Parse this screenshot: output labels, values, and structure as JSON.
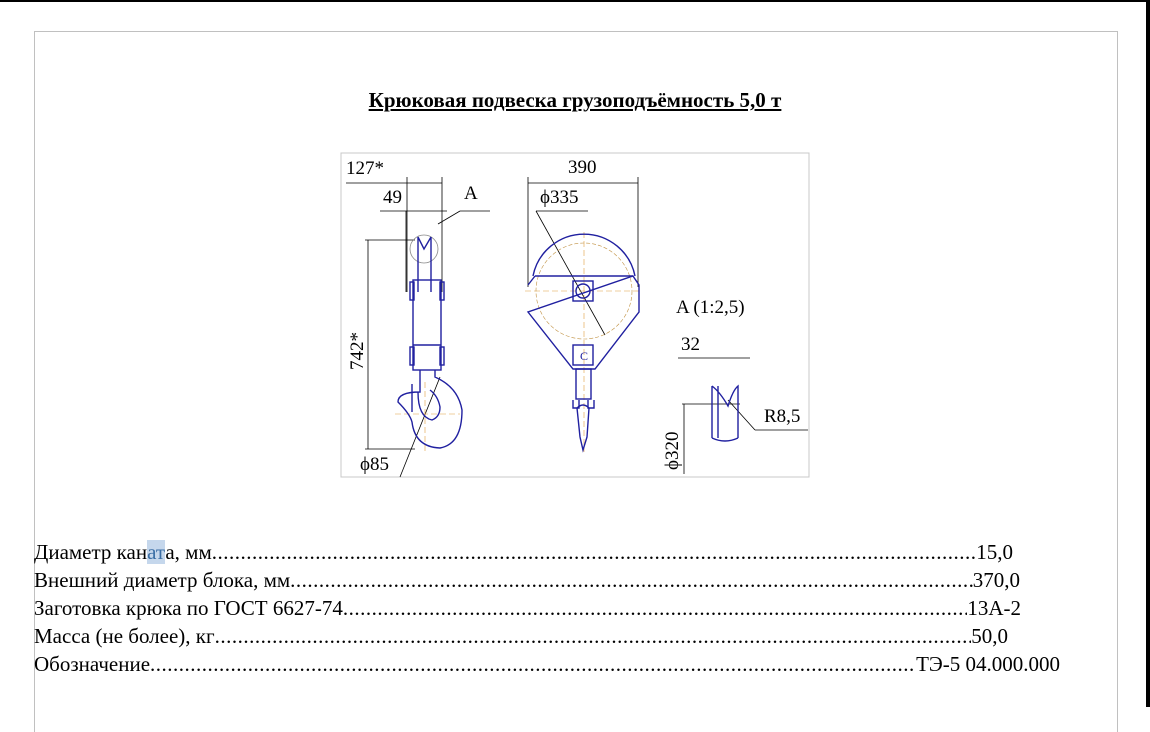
{
  "title": "Крюковая подвеска грузоподъёмность 5,0 т",
  "drawing": {
    "dim_127": "127*",
    "dim_49": "49",
    "view_a": "A",
    "dim_742": "742*",
    "dim_85": "ϕ85",
    "dim_390": "390",
    "dim_335": "ϕ335",
    "detail_title": "A (1:2,5)",
    "dim_32": "32",
    "dim_r85": "R8,5",
    "dim_320": "ϕ320"
  },
  "specs": [
    {
      "label_a": "Диаметр кан",
      "label_hl": "ат",
      "label_b": "а, мм",
      "value": "15,0"
    },
    {
      "label": "Внешний диаметр блока, мм",
      "value": "370,0"
    },
    {
      "label": "Заготовка крюка по ГОСТ 6627-74",
      "value": "13А-2"
    },
    {
      "label": "Масса (не более), кг",
      "value": "50,0"
    },
    {
      "label": "Обозначение",
      "value": "ТЭ-5 04.000.000"
    }
  ]
}
